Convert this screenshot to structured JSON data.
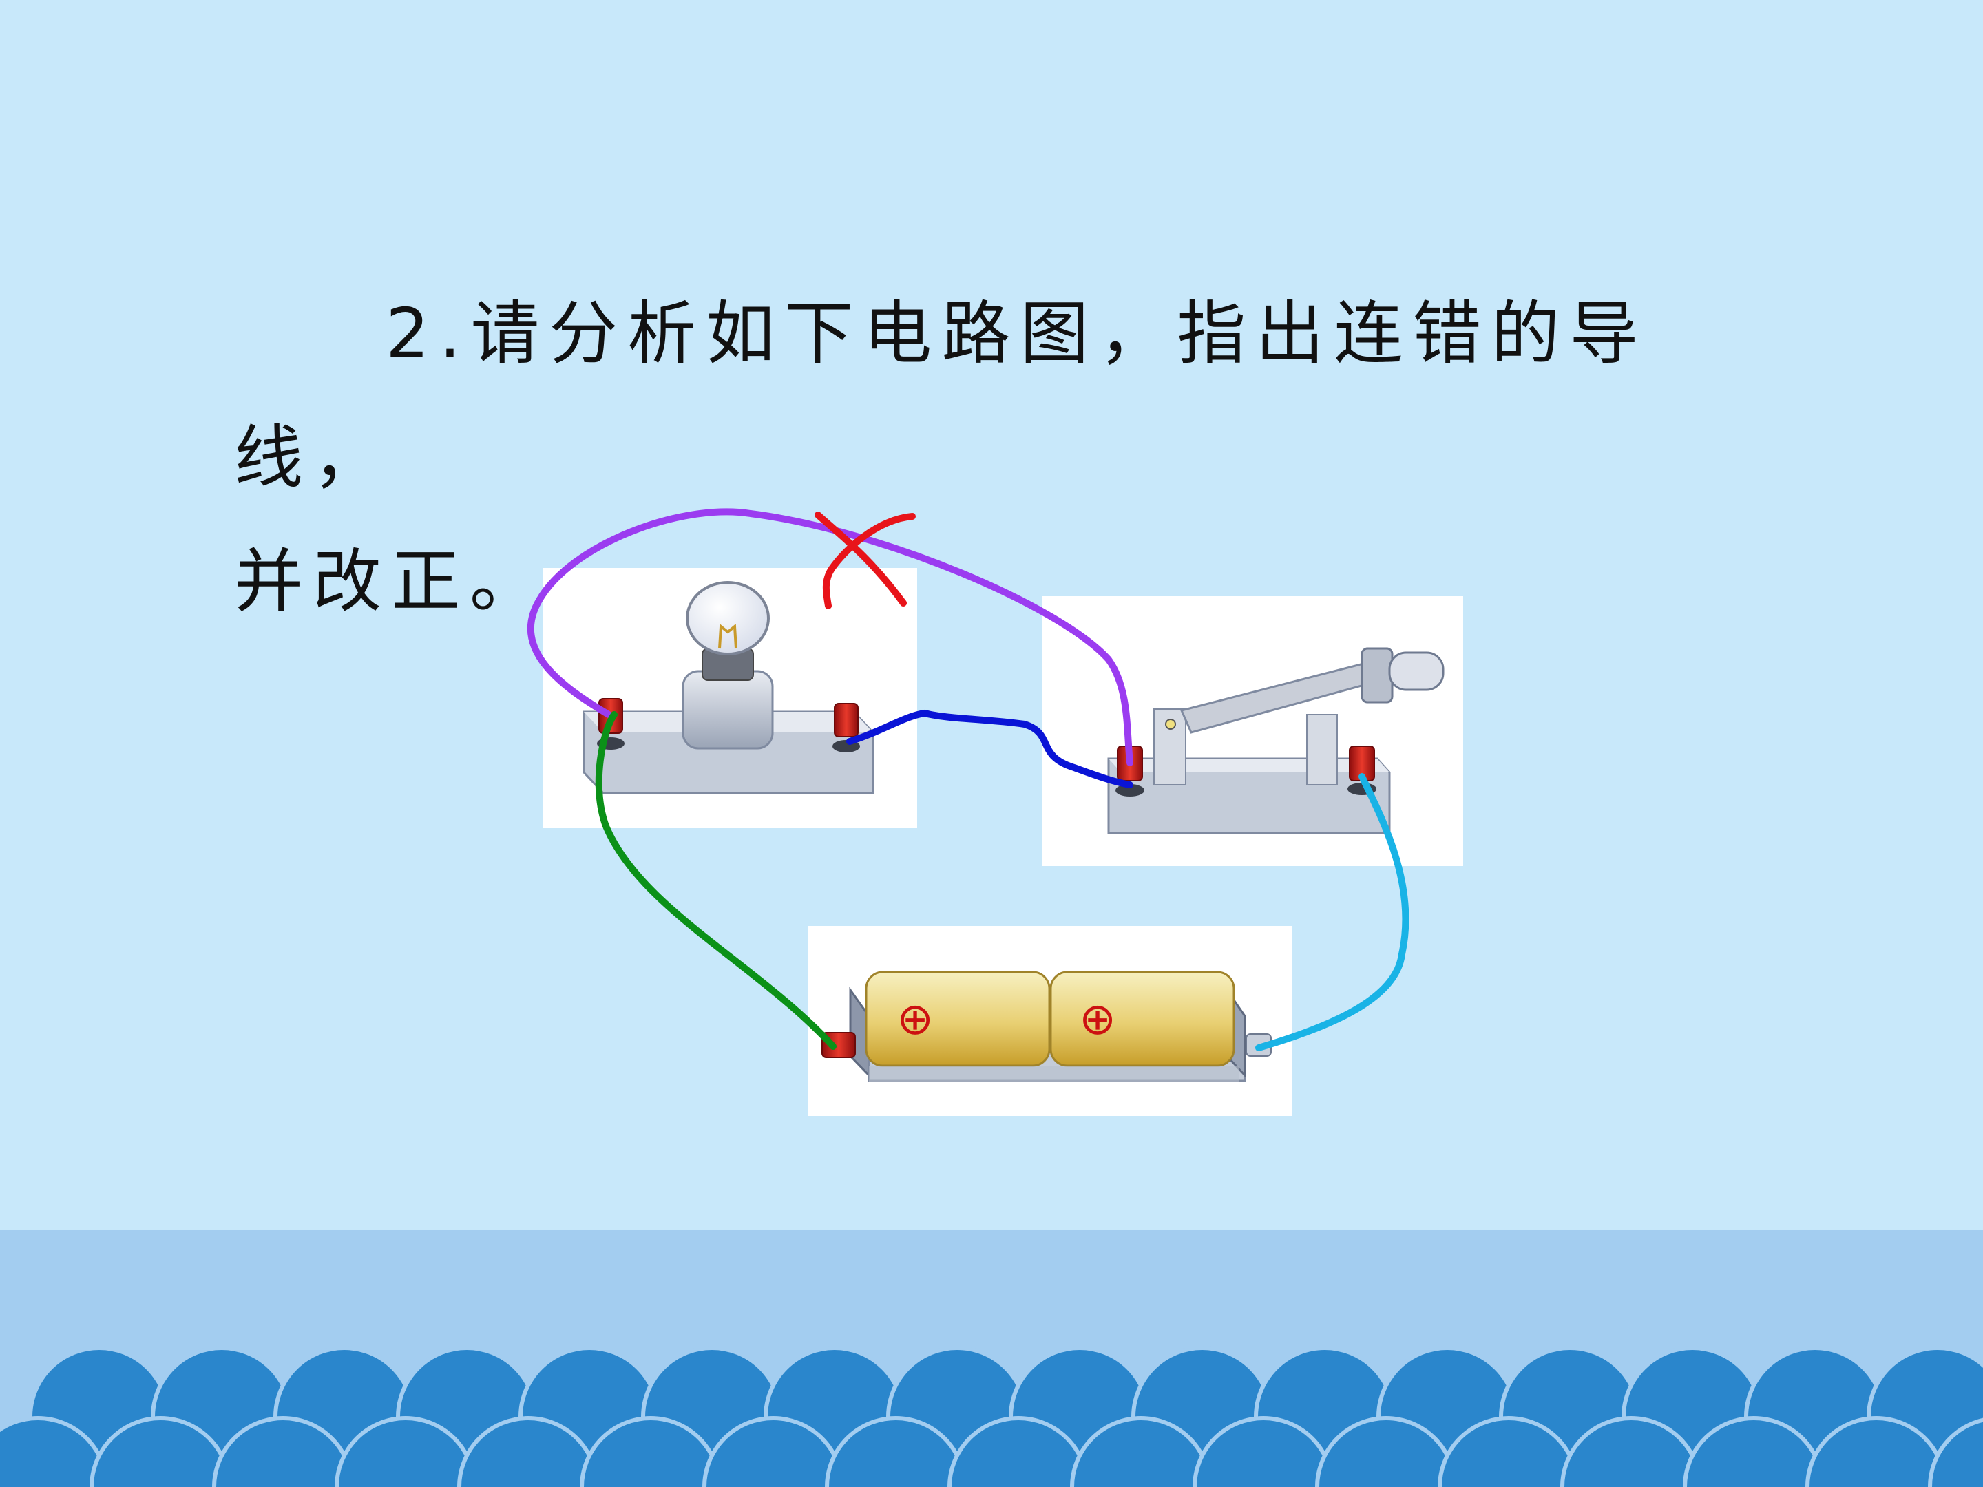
{
  "question": {
    "number": "2.",
    "line1": "请分析如下电路图，指出连错的导线，",
    "line2": "并改正。"
  },
  "diagram": {
    "components": [
      "bulb-icon",
      "knife-switch-icon",
      "battery-holder-icon"
    ],
    "battery_polarity_labels": [
      "⊕",
      "⊕"
    ],
    "wires": [
      {
        "name": "purple-wire",
        "color": "#9b3cf0",
        "marked_wrong": true
      },
      {
        "name": "blue-wire",
        "color": "#0a14d6",
        "marked_wrong": false
      },
      {
        "name": "green-wire",
        "color": "#0b9118",
        "marked_wrong": false
      },
      {
        "name": "cyan-wire",
        "color": "#19b3e6",
        "marked_wrong": false
      }
    ],
    "error_mark": {
      "icon": "x-mark-icon",
      "color": "#e8141a"
    }
  },
  "colors": {
    "background": "#c8e8fa",
    "floor_band": "#a3cdf0",
    "waves": "#2a86cc"
  }
}
